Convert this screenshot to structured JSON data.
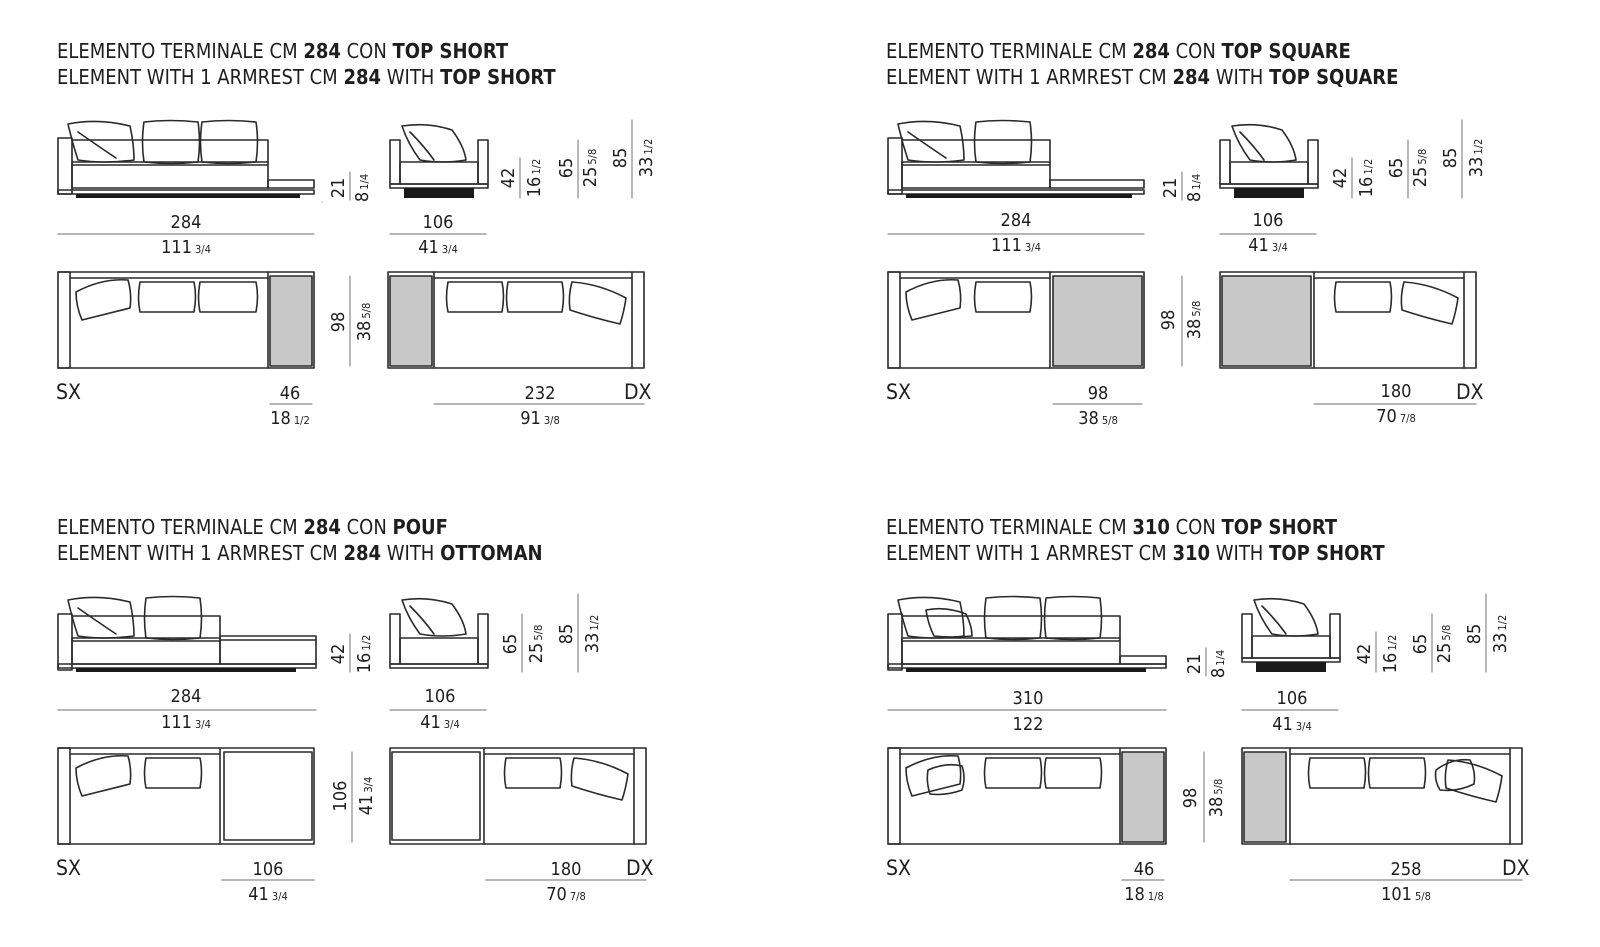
{
  "sections": [
    {
      "it": {
        "a": "ELEMENTO TERMINALE CM",
        "size": "284",
        "b": "CON",
        "top": "TOP SHORT"
      },
      "en": {
        "a": "ELEMENT WITH 1 ARMREST CM",
        "size": "284",
        "b": "WITH",
        "top": "TOP SHORT"
      },
      "dims": {
        "front_w": {
          "cm": "284",
          "in": "111",
          "fr": "3/4"
        },
        "side_w": {
          "cm": "106",
          "in": "41",
          "fr": "3/4"
        },
        "top_h": {
          "cm": "21",
          "in": "8",
          "fr": "1/4"
        },
        "seat_h": {
          "cm": "42",
          "in": "16",
          "fr": "1/2"
        },
        "arm_h": {
          "cm": "65",
          "in": "25",
          "fr": "5/8"
        },
        "back_h": {
          "cm": "85",
          "in": "33",
          "fr": "1/2"
        },
        "depth": {
          "cm": "98",
          "in": "38",
          "fr": "5/8"
        },
        "left_part": {
          "cm": "46",
          "in": "18",
          "fr": "1/2"
        },
        "right_part": {
          "cm": "232",
          "in": "91",
          "fr": "3/8"
        }
      },
      "left_label": "SX",
      "right_label": "DX"
    },
    {
      "it": {
        "a": "ELEMENTO TERMINALE CM",
        "size": "284",
        "b": "CON",
        "top": "TOP SQUARE"
      },
      "en": {
        "a": "ELEMENT WITH 1 ARMREST CM",
        "size": "284",
        "b": "WITH",
        "top": "TOP SQUARE"
      },
      "dims": {
        "front_w": {
          "cm": "284",
          "in": "111",
          "fr": "3/4"
        },
        "side_w": {
          "cm": "106",
          "in": "41",
          "fr": "3/4"
        },
        "top_h": {
          "cm": "21",
          "in": "8",
          "fr": "1/4"
        },
        "seat_h": {
          "cm": "42",
          "in": "16",
          "fr": "1/2"
        },
        "arm_h": {
          "cm": "65",
          "in": "25",
          "fr": "5/8"
        },
        "back_h": {
          "cm": "85",
          "in": "33",
          "fr": "1/2"
        },
        "depth": {
          "cm": "98",
          "in": "38",
          "fr": "5/8"
        },
        "left_part": {
          "cm": "98",
          "in": "38",
          "fr": "5/8"
        },
        "right_part": {
          "cm": "180",
          "in": "70",
          "fr": "7/8"
        }
      },
      "left_label": "SX",
      "right_label": "DX"
    },
    {
      "it": {
        "a": "ELEMENTO TERMINALE CM",
        "size": "284",
        "b": "CON",
        "top": "POUF"
      },
      "en": {
        "a": "ELEMENT WITH 1 ARMREST CM",
        "size": "284",
        "b": "WITH",
        "top": "OTTOMAN"
      },
      "dims": {
        "front_w": {
          "cm": "284",
          "in": "111",
          "fr": "3/4"
        },
        "side_w": {
          "cm": "106",
          "in": "41",
          "fr": "3/4"
        },
        "seat_h": {
          "cm": "42",
          "in": "16",
          "fr": "1/2"
        },
        "arm_h": {
          "cm": "65",
          "in": "25",
          "fr": "5/8"
        },
        "back_h": {
          "cm": "85",
          "in": "33",
          "fr": "1/2"
        },
        "depth": {
          "cm": "106",
          "in": "41",
          "fr": "3/4"
        },
        "left_part": {
          "cm": "106",
          "in": "41",
          "fr": "3/4"
        },
        "right_part": {
          "cm": "180",
          "in": "70",
          "fr": "7/8"
        }
      },
      "left_label": "SX",
      "right_label": "DX"
    },
    {
      "it": {
        "a": "ELEMENTO TERMINALE CM",
        "size": "310",
        "b": "CON",
        "top": "TOP SHORT"
      },
      "en": {
        "a": "ELEMENT WITH 1 ARMREST CM",
        "size": "310",
        "b": "WITH",
        "top": "TOP SHORT"
      },
      "dims": {
        "front_w": {
          "cm": "310",
          "in": "122",
          "fr": ""
        },
        "side_w": {
          "cm": "106",
          "in": "41",
          "fr": "3/4"
        },
        "top_h": {
          "cm": "21",
          "in": "8",
          "fr": "1/4"
        },
        "seat_h": {
          "cm": "42",
          "in": "16",
          "fr": "1/2"
        },
        "arm_h": {
          "cm": "65",
          "in": "25",
          "fr": "5/8"
        },
        "back_h": {
          "cm": "85",
          "in": "33",
          "fr": "1/2"
        },
        "depth": {
          "cm": "98",
          "in": "38",
          "fr": "5/8"
        },
        "left_part": {
          "cm": "46",
          "in": "18",
          "fr": "1/8"
        },
        "right_part": {
          "cm": "258",
          "in": "101",
          "fr": "5/8"
        }
      },
      "left_label": "SX",
      "right_label": "DX"
    }
  ],
  "colors": {
    "line": "#2a2a2a",
    "top_fill": "#c8c8c8",
    "dim_line": "#8a8a8a",
    "base": "#1a1a1a"
  }
}
